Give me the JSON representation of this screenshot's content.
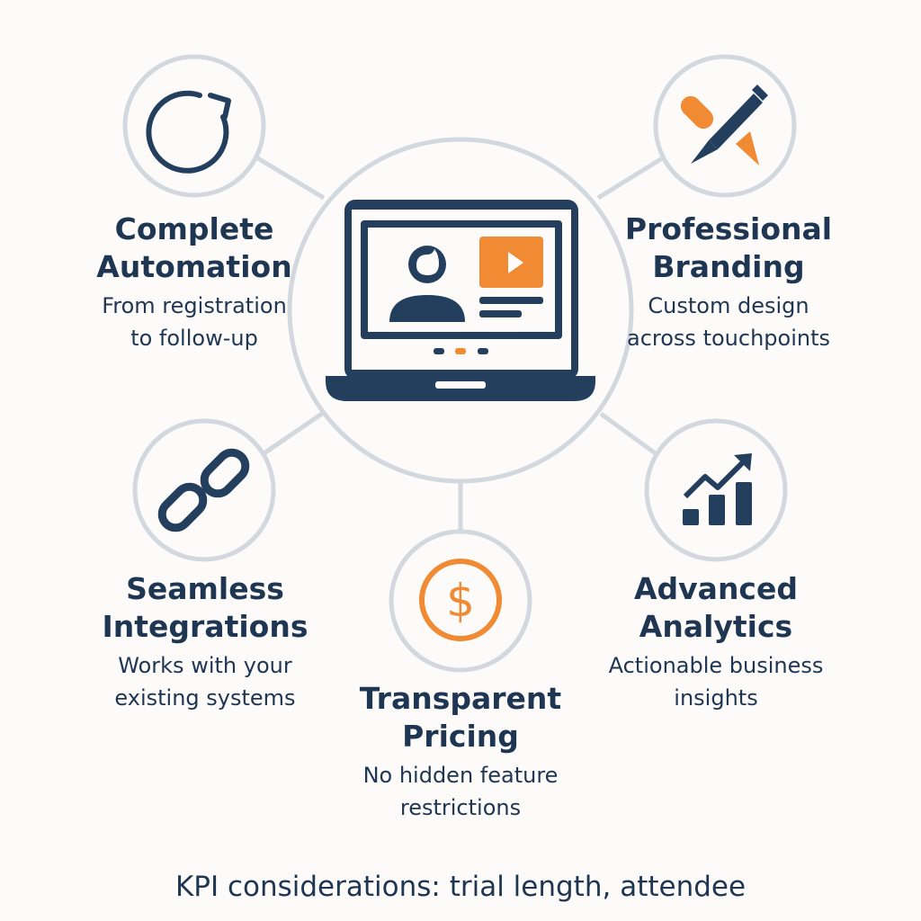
{
  "colors": {
    "navy": "#243f5e",
    "orange": "#f08a33",
    "ring": "#d3d8de",
    "background": "#fcfbf9"
  },
  "center": {
    "icon": "laptop-video-icon"
  },
  "features": [
    {
      "title_line1": "Complete",
      "title_line2": "Automation",
      "sub_line1": "From registration",
      "sub_line2": "to follow-up",
      "icon": "refresh-icon"
    },
    {
      "title_line1": "Professional",
      "title_line2": "Branding",
      "sub_line1": "Custom design",
      "sub_line2": "across touchpoints",
      "icon": "pencil-icon"
    },
    {
      "title_line1": "Seamless",
      "title_line2": "Integrations",
      "sub_line1": "Works with your",
      "sub_line2": "existing systems",
      "icon": "link-icon"
    },
    {
      "title_line1": "Advanced",
      "title_line2": "Analytics",
      "sub_line1": "Actionable business",
      "sub_line2": "insights",
      "icon": "chart-growth-icon"
    },
    {
      "title_line1": "Transparent",
      "title_line2": "Pricing",
      "sub_line1": "No hidden feature",
      "sub_line2": "restrictions",
      "icon": "dollar-icon"
    }
  ],
  "footer": {
    "kpi_text": "KPI considerations: trial length, attendee"
  }
}
